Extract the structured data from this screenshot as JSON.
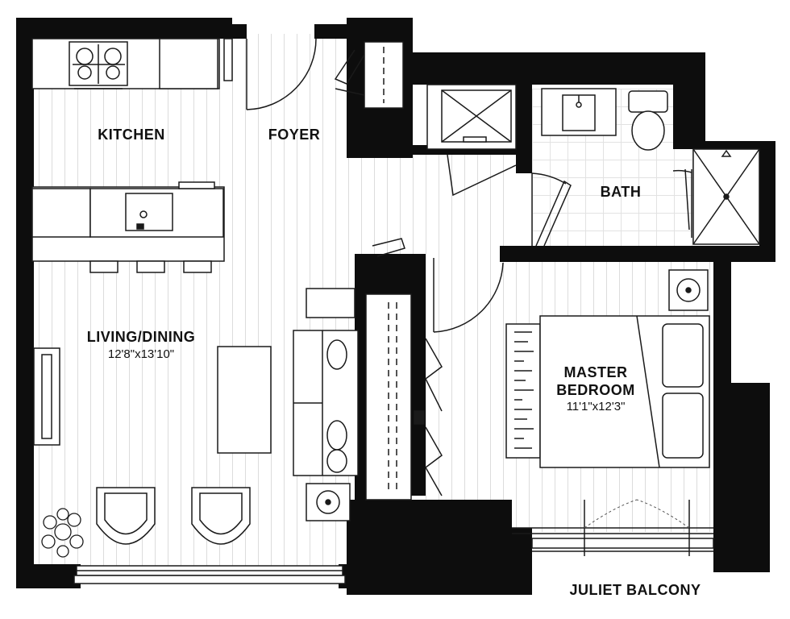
{
  "rooms": {
    "kitchen": {
      "label": "KITCHEN"
    },
    "foyer": {
      "label": "FOYER"
    },
    "bath": {
      "label": "BATH"
    },
    "living_dining": {
      "label": "LIVING/DINING",
      "dimensions": "12'8\"x13'10\""
    },
    "master_bedroom": {
      "label_line1": "MASTER",
      "label_line2": "BEDROOM",
      "dimensions": "11'1\"x12'3\""
    },
    "juliet_balcony": {
      "label": "JULIET BALCONY"
    }
  },
  "colors": {
    "wall": "#0d0d0d",
    "floor_line": "#d9d9d9",
    "fixture_stroke": "#1a1a1a",
    "background": "#ffffff"
  }
}
